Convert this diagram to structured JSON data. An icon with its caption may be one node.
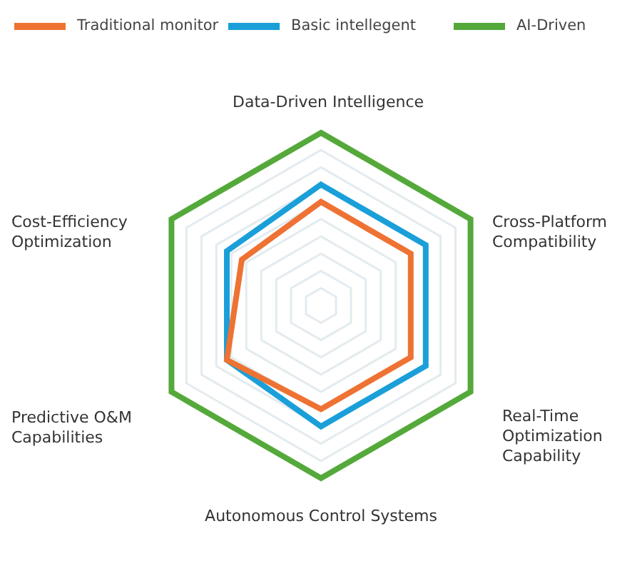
{
  "diagram": {
    "labels": [
      "Data-Driven Intelligence",
      "Cross-Platform Compatibility",
      "Real-Time Optimization Capability",
      "Autonomous Control Systems",
      "Predictive O&M Capabilities",
      "Cost-Efficiency Optimization"
    ],
    "legend": [
      {
        "text": "Traditional monitor",
        "color": "#ee7233"
      },
      {
        "text": "Basic intellegent",
        "color": "#1a9fd9"
      },
      {
        "text": "AI-Driven",
        "color": "#54a93a"
      }
    ]
  }
}
